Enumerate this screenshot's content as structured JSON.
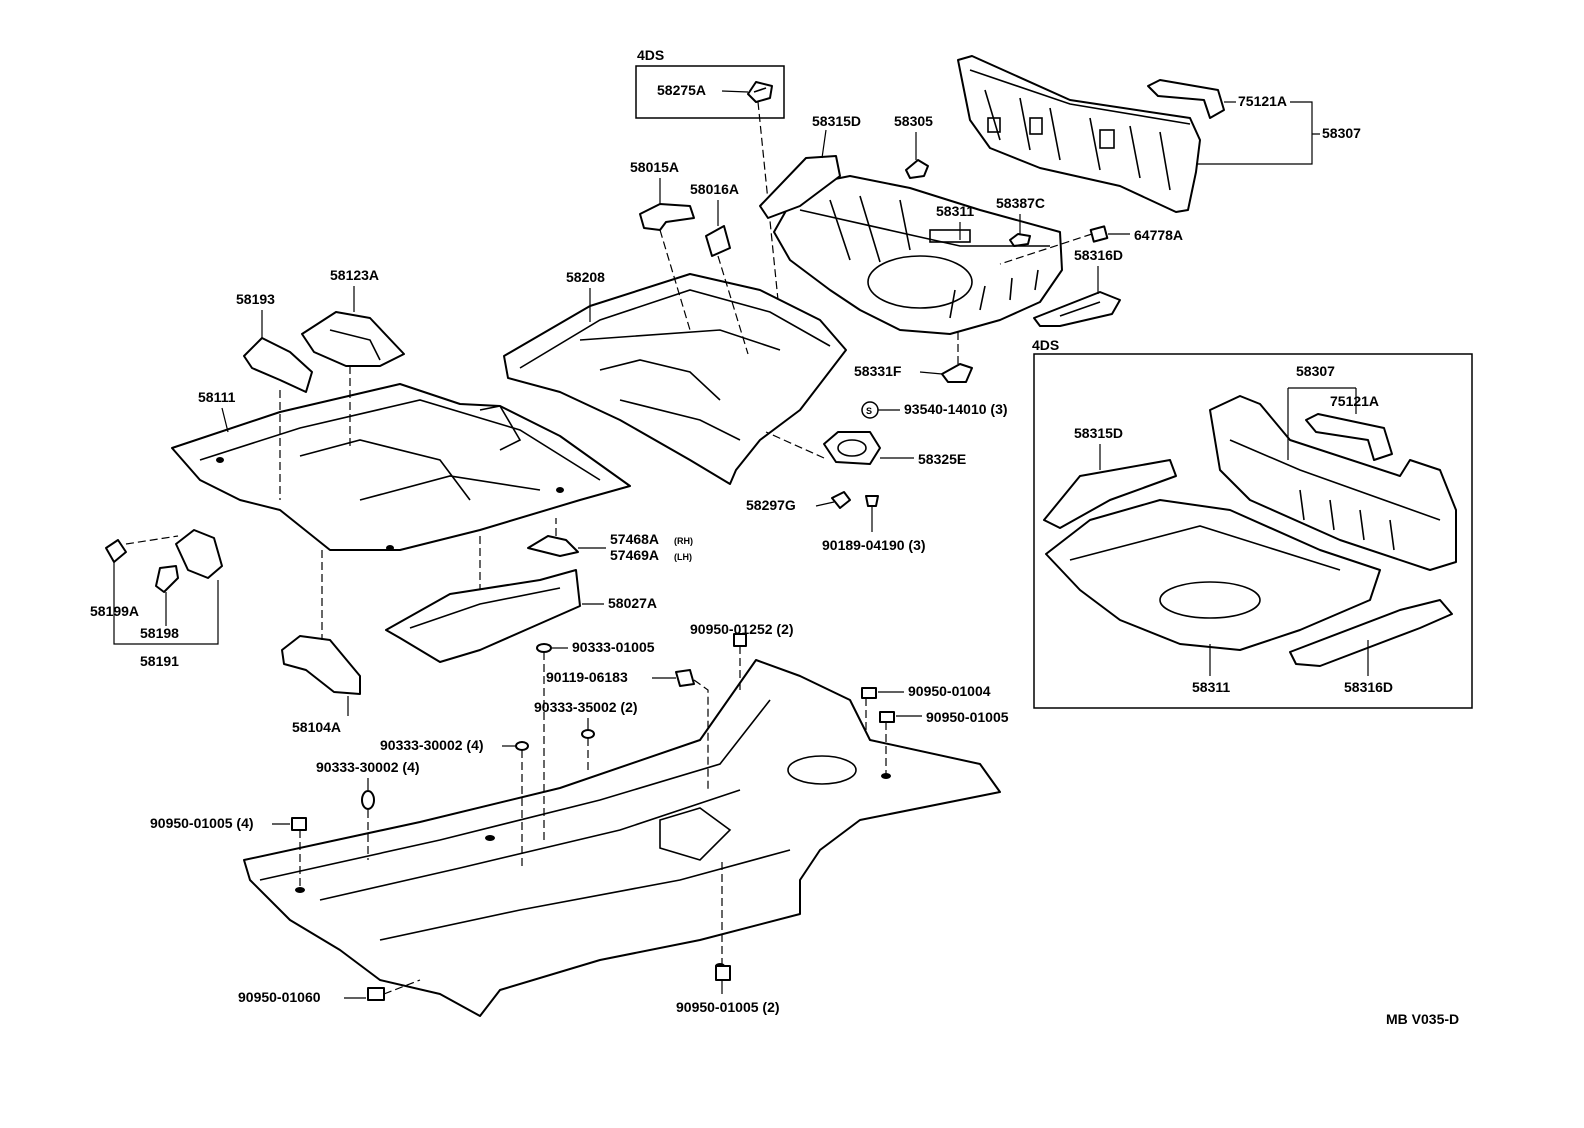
{
  "variants": {
    "top_box": "4DS",
    "right_box": "4DS"
  },
  "callouts": {
    "p58275A": "58275A",
    "p58315D": "58315D",
    "p58305": "58305",
    "p75121A": "75121A",
    "p58307": "58307",
    "p58015A": "58015A",
    "p58016A": "58016A",
    "p58311": "58311",
    "p58387C": "58387C",
    "p64778A": "64778A",
    "p58316D": "58316D",
    "p58123A": "58123A",
    "p58193": "58193",
    "p58208": "58208",
    "p58331F": "58331F",
    "p58111": "58111",
    "p93540_14010": "93540-14010 (3)",
    "p58325E": "58325E",
    "p58297G": "58297G",
    "p90189_04190": "90189-04190 (3)",
    "p57468A": "57468A",
    "p57468A_side": "(RH)",
    "p57469A": "57469A",
    "p57469A_side": "(LH)",
    "p58199A": "58199A",
    "p58198": "58198",
    "p58191": "58191",
    "p58027A": "58027A",
    "p90950_01252": "90950-01252 (2)",
    "p90333_01005": "90333-01005",
    "p90119_06183": "90119-06183",
    "p58104A": "58104A",
    "p90333_35002": "90333-35002 (2)",
    "p90950_01004": "90950-01004",
    "p90950_01005": "90950-01005",
    "p90333_30002_a": "90333-30002 (4)",
    "p90333_30002_b": "90333-30002 (4)",
    "p90950_01005_4": "90950-01005 (4)",
    "p90950_01060": "90950-01060",
    "p90950_01005_2": "90950-01005 (2)",
    "box_58307": "58307",
    "box_58315D": "58315D",
    "box_75121A": "75121A",
    "box_58311": "58311",
    "box_58316D": "58316D"
  },
  "drawing_code": "MB V035-D",
  "circle_symbol": "S"
}
